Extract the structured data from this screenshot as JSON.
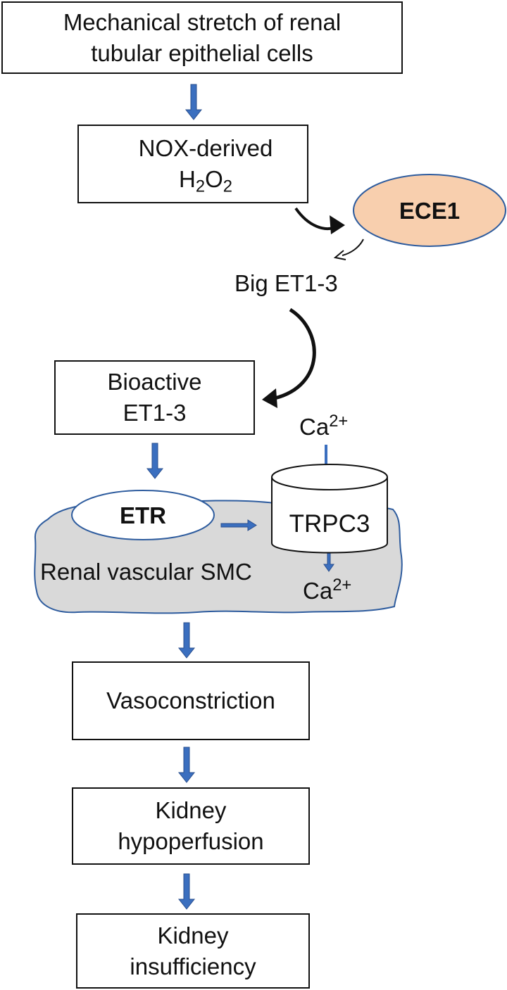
{
  "colors": {
    "arrow_blue": "#3B6FBF",
    "up_arrow_red": "#B3121B",
    "ece1_fill": "#F8CFAE",
    "smc_fill": "#D9D9D9",
    "smc_outline": "#2E5C9E"
  },
  "boxes": {
    "stretch": {
      "line1": "Mechanical stretch of renal",
      "line2": "tubular epithelial cells"
    },
    "nox": {
      "line1": "NOX-derived",
      "h": "H",
      "sub1": "2",
      "o": "O",
      "sub2": "2"
    },
    "bioactive": {
      "line1": "Bioactive",
      "line2": "ET1-3"
    },
    "vasoconstriction": {
      "text": "Vasoconstriction"
    },
    "hypoperfusion": {
      "line1": "Kidney",
      "line2": "hypoperfusion"
    },
    "insufficiency": {
      "line1": "Kidney",
      "line2": "insufficiency"
    }
  },
  "ece1": "ECE1",
  "big_et": "Big ET1-3",
  "etr": "ETR",
  "trpc3": "TRPC3",
  "smc_label": "Renal vascular SMC",
  "ca_top": {
    "base": "Ca",
    "sup": "2+"
  },
  "ca_bottom": {
    "base": "Ca",
    "sup": "2+"
  }
}
